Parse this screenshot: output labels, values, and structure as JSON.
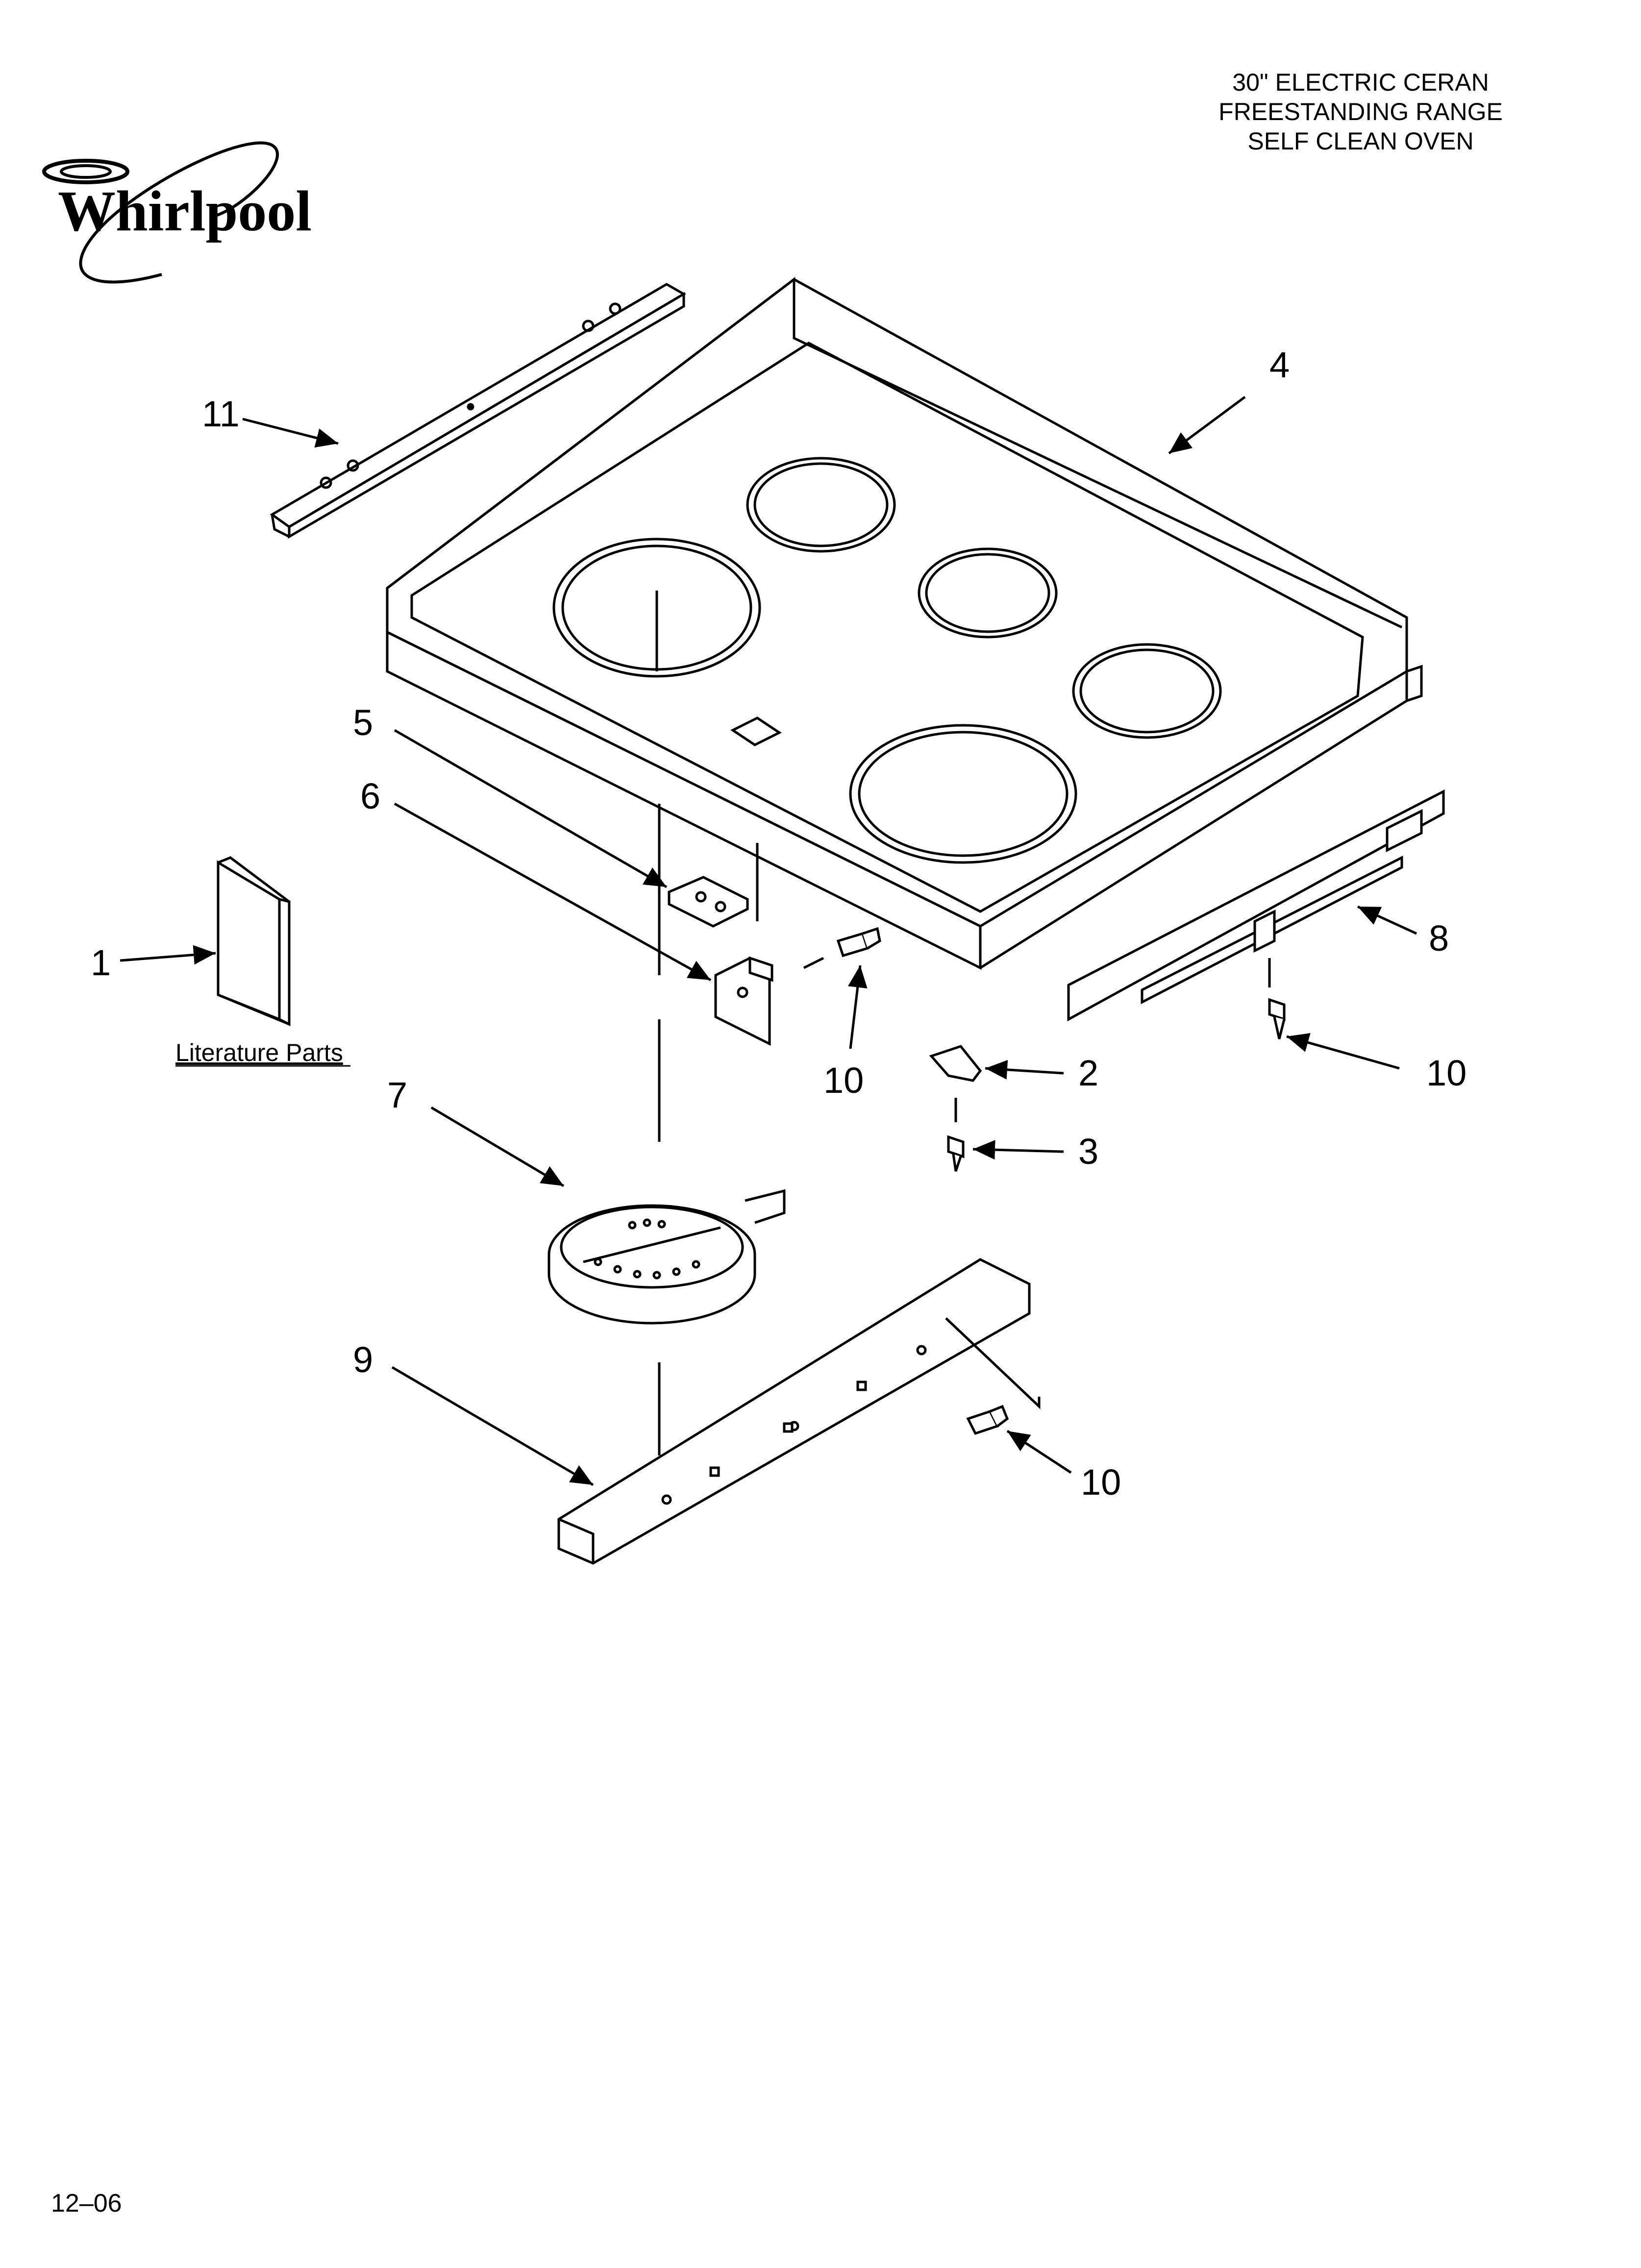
{
  "brand": {
    "logo_text": "Whirlpool"
  },
  "header": {
    "line1": "30\" ELECTRIC CERAN",
    "line2": "FREESTANDING RANGE",
    "line3": "SELF CLEAN OVEN"
  },
  "labels": {
    "literature_parts": "Literature Parts"
  },
  "callouts": [
    {
      "id": "1",
      "text": "1"
    },
    {
      "id": "2",
      "text": "2"
    },
    {
      "id": "3",
      "text": "3"
    },
    {
      "id": "4",
      "text": "4"
    },
    {
      "id": "5",
      "text": "5"
    },
    {
      "id": "6",
      "text": "6"
    },
    {
      "id": "7",
      "text": "7"
    },
    {
      "id": "8",
      "text": "8"
    },
    {
      "id": "9",
      "text": "9"
    },
    {
      "id": "10a",
      "text": "10"
    },
    {
      "id": "10b",
      "text": "10"
    },
    {
      "id": "10c",
      "text": "10"
    },
    {
      "id": "11",
      "text": "11"
    }
  ],
  "footer": {
    "code": "12–06"
  }
}
